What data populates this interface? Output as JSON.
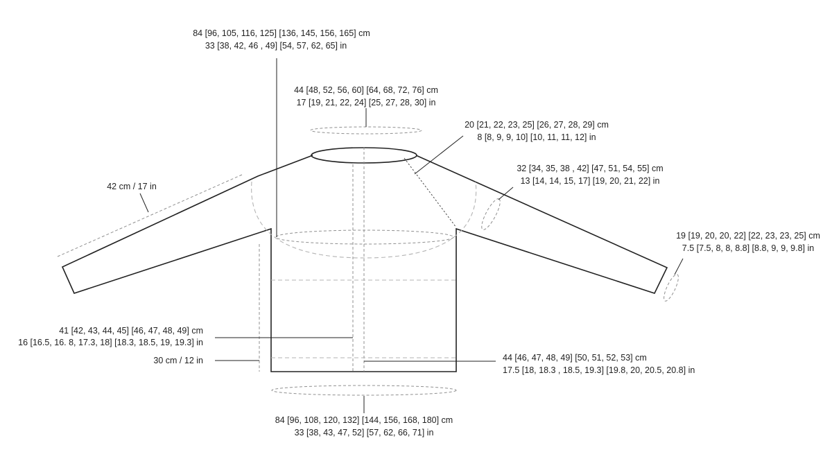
{
  "labels": {
    "chest_upper_cm": "84 [96, 105, 116, 125] [136, 145, 156, 165] cm",
    "chest_upper_in": "33 [38, 42, 46 , 49] [54, 57, 62, 65] in",
    "neck_cm": "44 [48, 52, 56, 60] [64, 68, 72, 76] cm",
    "neck_in": "17 [19, 21, 22, 24] [25, 27, 28, 30] in",
    "yoke_depth_cm": "20 [21, 22, 23, 25] [26, 27, 28, 29] cm",
    "yoke_depth_in": "8 [8, 9, 9, 10] [10, 11, 11, 12] in",
    "upper_arm_cm": "32 [34, 35, 38 , 42] [47, 51, 54, 55] cm",
    "upper_arm_in": "13 [14, 14, 15, 17] [19, 20, 21, 22] in",
    "sleeve_length": "42 cm / 17 in",
    "cuff_cm": "19 [19, 20, 20, 22] [22, 23, 23, 25] cm",
    "cuff_in": "7.5 [7.5, 8, 8, 8.8] [8.8, 9, 9, 9.8] in",
    "body_length_cm": "41 [42, 43, 44, 45] [46, 47, 48, 49] cm",
    "body_length_in": "16 [16.5, 16. 8, 17.3, 18] [18.3, 18.5, 19, 19.3] in",
    "side_length": "30 cm / 12 in",
    "half_hem_cm": "44 [46, 47, 48, 49] [50, 51, 52, 53] cm",
    "half_hem_in": "17.5 [18, 18.3 , 18.5, 19.3] [19.8, 20, 20.5, 20.8] in",
    "hem_cm": "84 [96, 108, 120, 132] [144, 156, 168, 180] cm",
    "hem_in": "33 [38, 43, 47, 52] [57, 62, 66, 71] in"
  },
  "colors": {
    "ink": "#222222",
    "dash": "#8f8f8f"
  }
}
